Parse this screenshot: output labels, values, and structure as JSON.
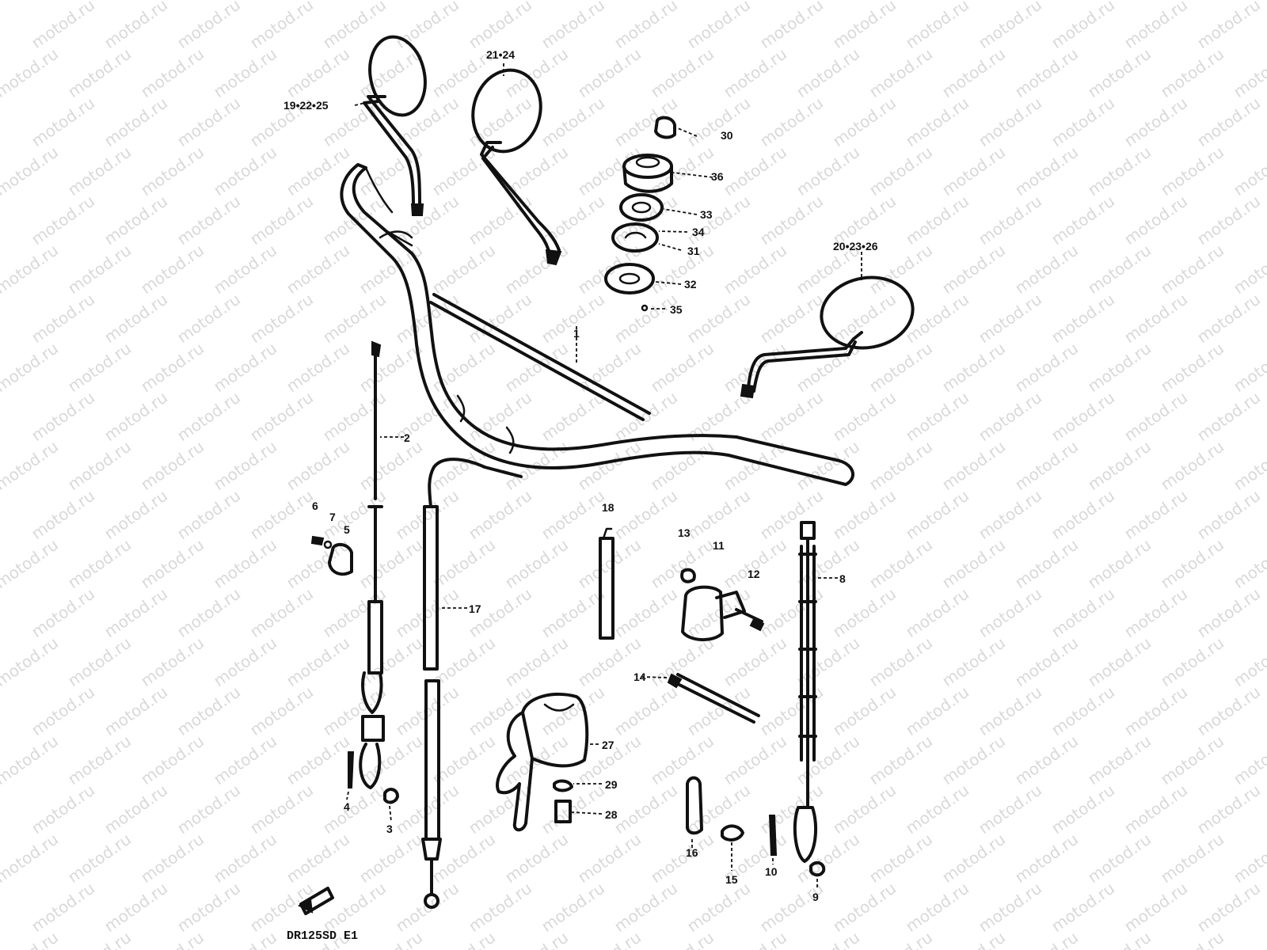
{
  "watermark": "motod.ru",
  "model_code": "DR125SD E1",
  "callouts": {
    "c1": "1",
    "c2": "2",
    "c3": "3",
    "c4": "4",
    "c5": "5",
    "c6": "6",
    "c7": "7",
    "c8": "8",
    "c9": "9",
    "c10": "10",
    "c11": "11",
    "c12": "12",
    "c13": "13",
    "c14": "14",
    "c15": "15",
    "c16": "16",
    "c17": "17",
    "c18": "18",
    "c19_22_25": "19•22•25",
    "c20_23_26": "20•23•26",
    "c21_24": "21•24",
    "c27": "27",
    "c28": "28",
    "c29": "29",
    "c30": "30",
    "c31": "31",
    "c32": "32",
    "c33": "33",
    "c34": "34",
    "c35": "35",
    "c36": "36"
  }
}
